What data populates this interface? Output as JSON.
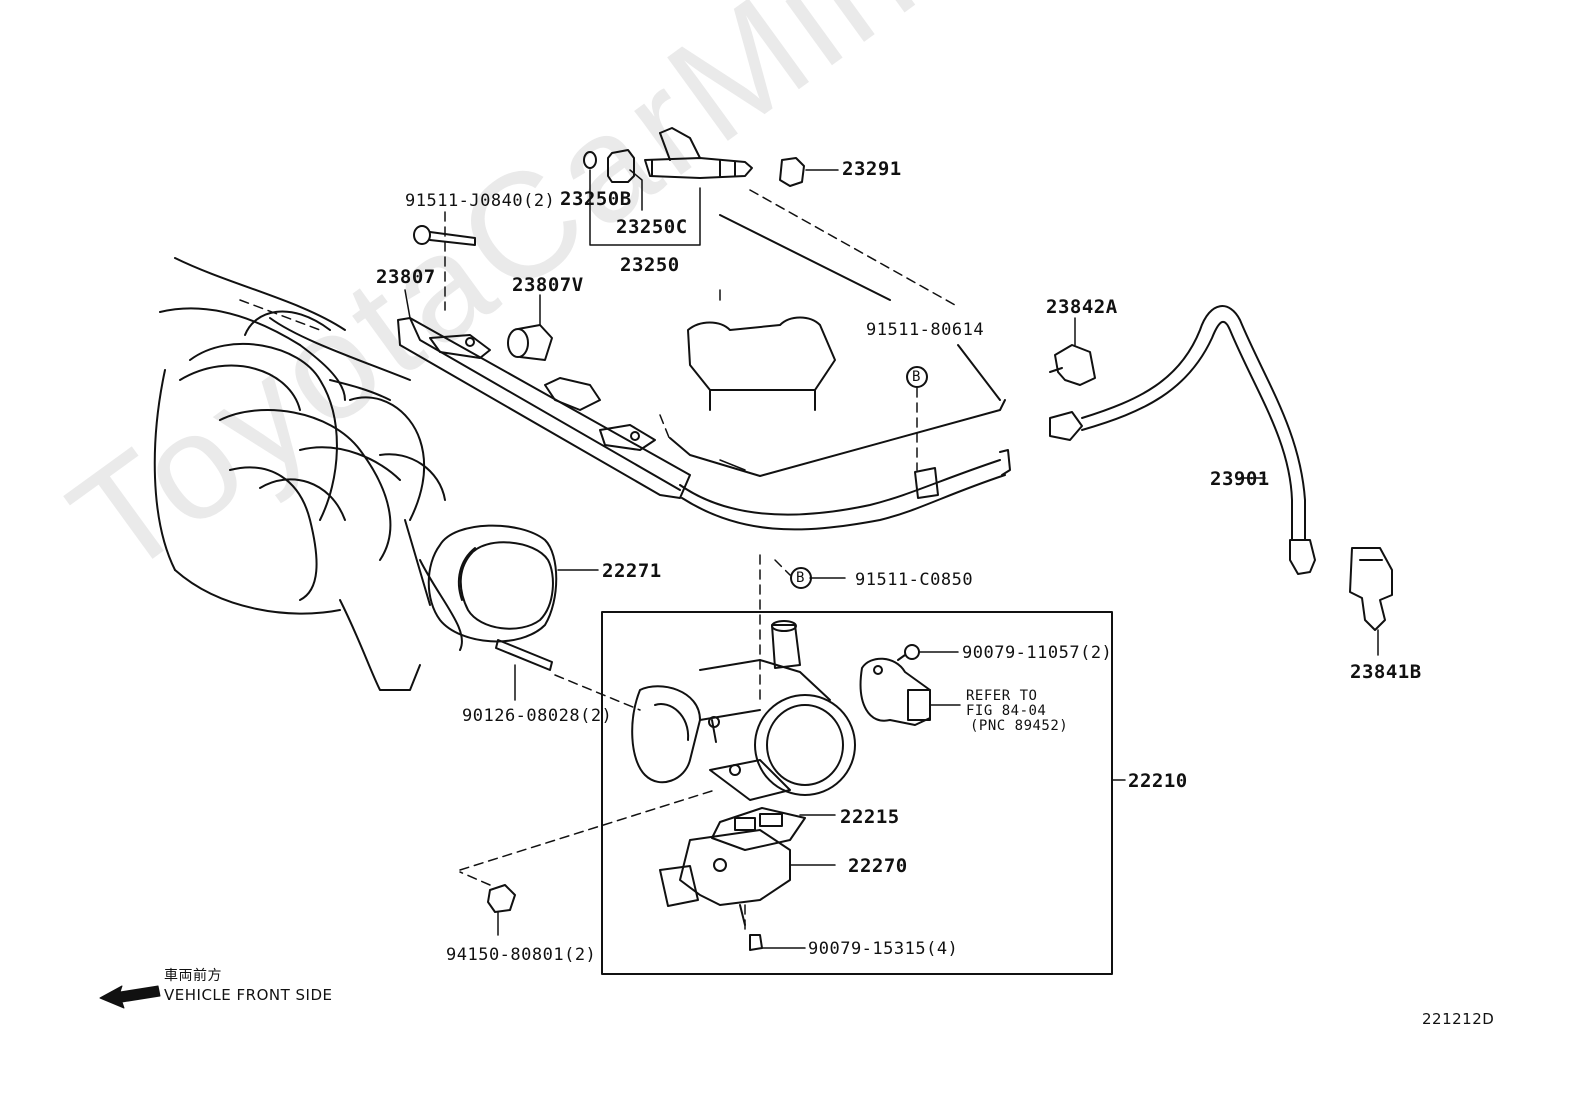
{
  "watermark": "ToyotaCarMine.ru",
  "parts": {
    "p23291": "23291",
    "p23250B": "23250B",
    "p23250C": "23250C",
    "p23250": "23250",
    "p91511_J0840": "91511-J0840(2)",
    "p23807": "23807",
    "p23807V": "23807V",
    "p91511_80614": "91511-80614",
    "p23842A": "23842A",
    "p23901": "23901",
    "p22271": "22271",
    "p91511_C0850": "91511-C0850",
    "p90079_11057": "90079-11057(2)",
    "p90126_08028": "90126-08028(2)",
    "p22210": "22210",
    "p22215": "22215",
    "p22270": "22270",
    "p90079_15315": "90079-15315(4)",
    "p94150_80801": "94150-80801(2)",
    "p23841B": "23841B"
  },
  "refer": {
    "line1": "REFER TO",
    "line2": "FIG 84-04",
    "line3": "(PNC 89452)"
  },
  "markers": {
    "b1": "B",
    "b2": "B"
  },
  "direction": {
    "jp": "車両前方",
    "en": "VEHICLE FRONT SIDE"
  },
  "figure_id": "221212D"
}
